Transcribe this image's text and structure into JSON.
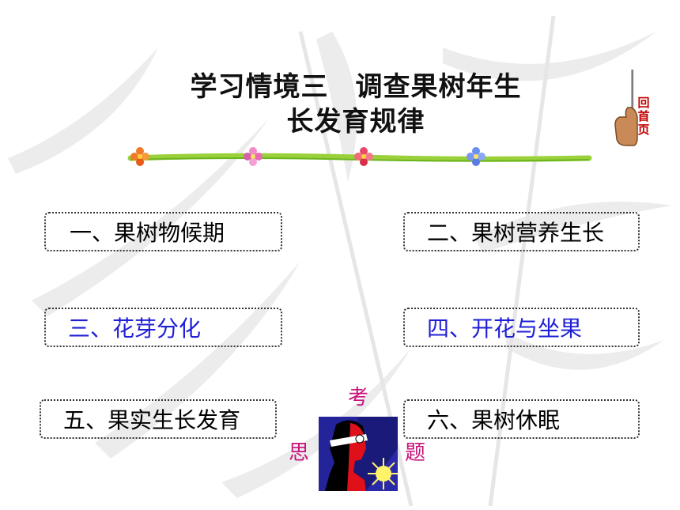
{
  "title": {
    "line1_part1": "学习情境三",
    "line1_part2": "调查果树年生",
    "line2": "长发育规律"
  },
  "home_button": {
    "label_chars": [
      "回",
      "首",
      "页"
    ]
  },
  "topics": [
    {
      "label": "一、果树物候期",
      "color": "#000000"
    },
    {
      "label": "二、果树营养生长",
      "color": "#000000"
    },
    {
      "label": "三、花芽分化",
      "color": "#1f1fd6"
    },
    {
      "label": "四、开花与坐果",
      "color": "#1f1fd6"
    },
    {
      "label": "五、果实生长发育",
      "color": "#000000"
    },
    {
      "label": "六、果树休眠",
      "color": "#000000"
    }
  ],
  "think_questions": {
    "chars": [
      "考",
      "思",
      "题"
    ],
    "color": "#c8137a"
  }
}
